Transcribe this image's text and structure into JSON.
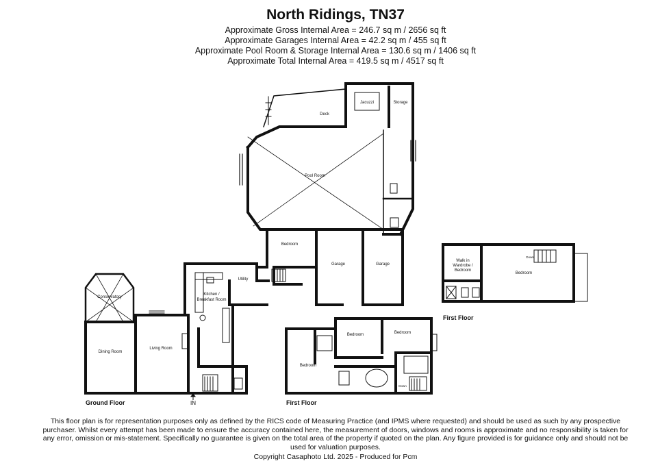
{
  "header": {
    "title": "North Ridings, TN37",
    "areas": [
      "Approximate Gross Internal Area = 246.7 sq m / 2656 sq ft",
      "Approximate Garages Internal Area = 42.2 sq m / 455 sq ft",
      "Approximate Pool Room & Storage Internal Area = 130.6 sq m / 1406 sq ft",
      "Approximate Total Internal Area = 419.5 sq m / 4517 sq ft"
    ]
  },
  "rooms": {
    "jacuzzi": "Jacuzzi",
    "storage": "Storage",
    "deck": "Deck",
    "pool_room": "Pool Room",
    "bedroom_ground": "Bedroom",
    "garage_1": "Garage",
    "garage_2": "Garage",
    "utility": "Utility",
    "kitchen_1": "Kitchen /",
    "kitchen_2": "Breakfast Room",
    "conservatory": "Conservatory",
    "dining_room": "Dining Room",
    "living_room": "Living Room",
    "ff_bedroom_main": "Bedroom",
    "ff_bedroom_mid": "Bedroom",
    "ff_bedroom_right": "Bedroom",
    "walkin_1": "Walk in",
    "walkin_2": "Wardrobe /",
    "walkin_3": "Bedroom",
    "annex_bedroom": "Bedroom",
    "down_1": "Down",
    "down_2": "Down",
    "in_label": "IN"
  },
  "floor_labels": {
    "ground": "Ground Floor",
    "first_main": "First Floor",
    "first_annex": "First Floor"
  },
  "footer": {
    "disclaimer": "This floor plan is for representation purposes only as defined by the RICS code of Measuring Practice (and IPMS where requested) and should be used as such by any prospective purchaser. Whilst every attempt has been made to ensure the accuracy contained here, the measurement of doors, windows and rooms is approximate and no responsibility is taken for any error, omission or mis-statement. Specifically no guarantee is given on the total area of the property if quoted on the plan. Any figure provided is for guidance only and should not be used for valuation purposes.",
    "copyright": "Copyright Casaphoto Ltd. 2025 - Produced for Pcm"
  }
}
